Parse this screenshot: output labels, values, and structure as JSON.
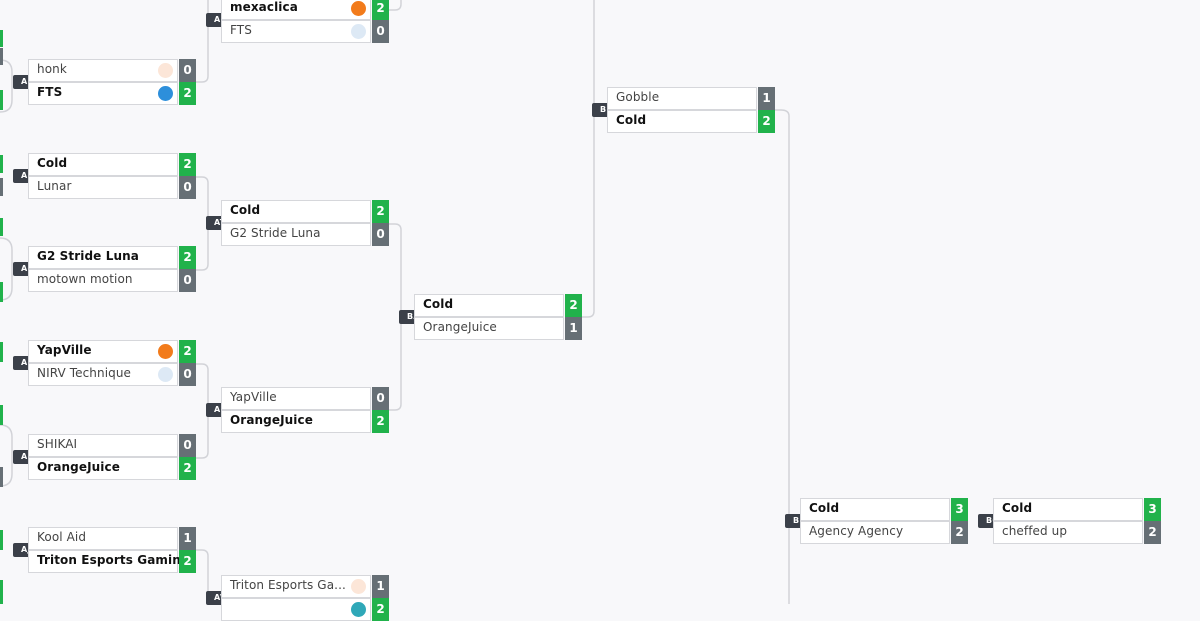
{
  "colors": {
    "win": "#21b24b",
    "loss": "#666f75",
    "badge": "#3b4049",
    "line": "#d2d3d8"
  },
  "matches": [
    {
      "id": "AS",
      "teams": [
        {
          "name": "mexaclica",
          "score": "2",
          "win": true,
          "dot": "#f27b1b"
        },
        {
          "name": "FTS",
          "score": "0",
          "win": false,
          "dot": "#dde9f5"
        }
      ]
    },
    {
      "id": "AE",
      "teams": [
        {
          "name": "honk",
          "score": "0",
          "win": false,
          "dot": "#fce6d8"
        },
        {
          "name": "FTS",
          "score": "2",
          "win": true,
          "dot": "#2d8fdb"
        }
      ]
    },
    {
      "id": "AF",
      "teams": [
        {
          "name": "Cold",
          "score": "2",
          "win": true
        },
        {
          "name": "Lunar",
          "score": "0",
          "win": false
        }
      ]
    },
    {
      "id": "AT",
      "teams": [
        {
          "name": "Cold",
          "score": "2",
          "win": true
        },
        {
          "name": "G2 Stride Luna",
          "score": "0",
          "win": false
        }
      ]
    },
    {
      "id": "AG",
      "teams": [
        {
          "name": "G2 Stride Luna",
          "score": "2",
          "win": true
        },
        {
          "name": "motown motion",
          "score": "0",
          "win": false
        }
      ]
    },
    {
      "id": "BD",
      "teams": [
        {
          "name": "Gobble",
          "score": "1",
          "win": false
        },
        {
          "name": "Cold",
          "score": "2",
          "win": true
        }
      ]
    },
    {
      "id": "BA",
      "teams": [
        {
          "name": "Cold",
          "score": "2",
          "win": true
        },
        {
          "name": "OrangeJuice",
          "score": "1",
          "win": false
        }
      ]
    },
    {
      "id": "AH",
      "teams": [
        {
          "name": "YapVille",
          "score": "2",
          "win": true,
          "dot": "#f27b1b"
        },
        {
          "name": "NIRV Technique",
          "score": "0",
          "win": false,
          "dot": "#dde9f5"
        }
      ]
    },
    {
      "id": "AU",
      "teams": [
        {
          "name": "YapVille",
          "score": "0",
          "win": false
        },
        {
          "name": "OrangeJuice",
          "score": "2",
          "win": true
        }
      ]
    },
    {
      "id": "AI",
      "teams": [
        {
          "name": "SHIKAI",
          "score": "0",
          "win": false
        },
        {
          "name": "OrangeJuice",
          "score": "2",
          "win": true
        }
      ]
    },
    {
      "id": "BF",
      "teams": [
        {
          "name": "Cold",
          "score": "3",
          "win": true
        },
        {
          "name": "Agency Agency",
          "score": "2",
          "win": false
        }
      ]
    },
    {
      "id": "BG",
      "teams": [
        {
          "name": "Cold",
          "score": "3",
          "win": true
        },
        {
          "name": "cheffed up",
          "score": "2",
          "win": false
        }
      ]
    },
    {
      "id": "AJ",
      "teams": [
        {
          "name": "Kool Aid",
          "score": "1",
          "win": false
        },
        {
          "name": "Triton Esports Gaming",
          "score": "2",
          "win": true
        }
      ]
    },
    {
      "id": "AV",
      "teams": [
        {
          "name": "Triton Esports Ga...",
          "score": "1",
          "win": false,
          "dot": "#fce6d8"
        },
        {
          "name": "",
          "score": "2",
          "win": true,
          "dot": "#2fa8b8"
        }
      ]
    }
  ]
}
